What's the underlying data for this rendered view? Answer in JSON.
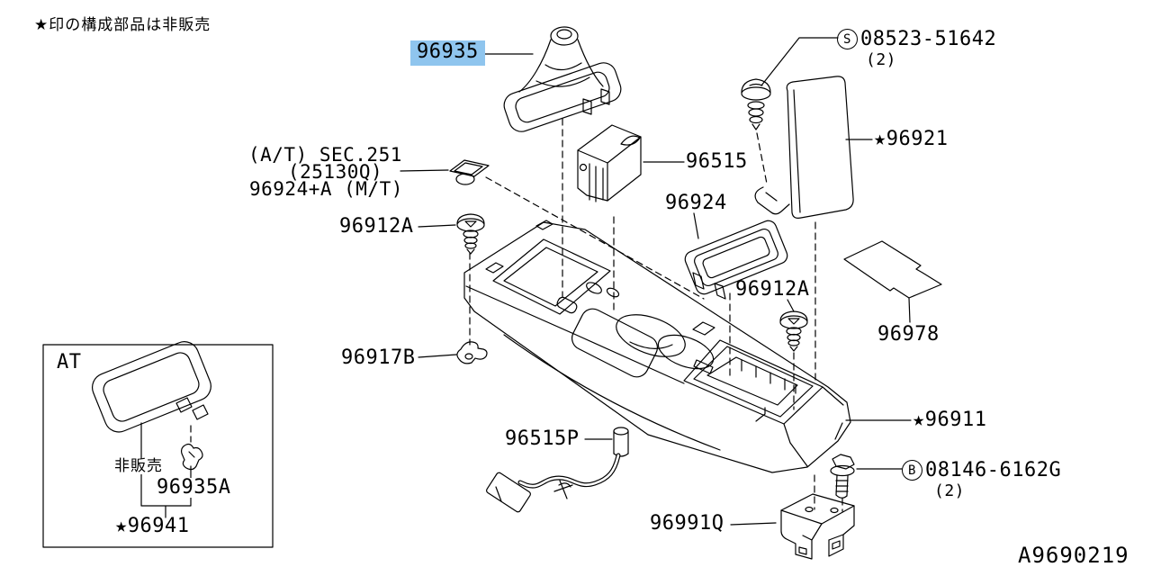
{
  "note": "★印の構成部品は非販売",
  "diagram_code": "A9690219",
  "highlight_color": "#8fc5ee",
  "labels": {
    "p96935": "96935",
    "screw_s": {
      "letter": "S",
      "number": "08523-51642",
      "qty": "(2)"
    },
    "p96921": "★96921",
    "at_ref": {
      "line1": "(A/T) SEC.251",
      "line2": "(25130Q)",
      "line3": "96924+A (M/T)"
    },
    "p96912a_left": "96912A",
    "p96515": "96515",
    "p96924": "96924",
    "p96912a_right": "96912A",
    "p96978": "96978",
    "p96917b": "96917B",
    "p96911": "★96911",
    "p96515p": "96515P",
    "bolt_b": {
      "letter": "B",
      "number": "08146-6162G",
      "qty": "(2)"
    },
    "p96991q": "96991Q",
    "at_inset": {
      "title": "AT",
      "not_sold": "非販売",
      "p96935a": "96935A",
      "p96941": "★96941"
    }
  }
}
